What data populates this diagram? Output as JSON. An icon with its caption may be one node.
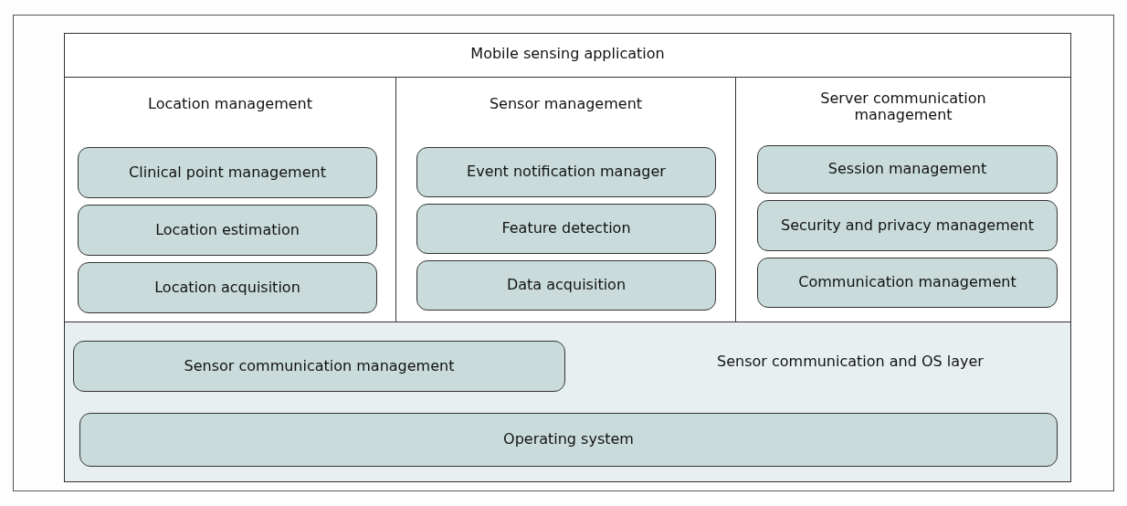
{
  "diagram": {
    "nodes": [
      {
        "text": [
          "Mobile sensing application"
        ]
      },
      {
        "text": [
          "Location management"
        ]
      },
      {
        "text": [
          "Clinical point management"
        ],
        "in": 1
      },
      {
        "text": [
          "Location estimation"
        ],
        "in": 1
      },
      {
        "text": [
          "Location acquisition"
        ],
        "in": 1
      },
      {
        "text": [
          "Sensor management"
        ]
      },
      {
        "text": [
          "Event notification manager"
        ],
        "in": 5
      },
      {
        "text": [
          "Feature detection"
        ],
        "in": 5
      },
      {
        "text": [
          "Data acquisition"
        ],
        "in": 5
      },
      {
        "text": [
          "Server communication management"
        ]
      },
      {
        "text": [
          "Session management"
        ],
        "in": 9
      },
      {
        "text": [
          "Security and privacy management"
        ],
        "in": 9
      },
      {
        "text": [
          "Communication management"
        ],
        "in": 9
      },
      {
        "text": [
          "Sensor communication and OS layer"
        ]
      },
      {
        "text": [
          "Sensor communication management"
        ],
        "in": 13
      },
      {
        "text": [
          "Operating system"
        ],
        "in": 13
      }
    ]
  }
}
